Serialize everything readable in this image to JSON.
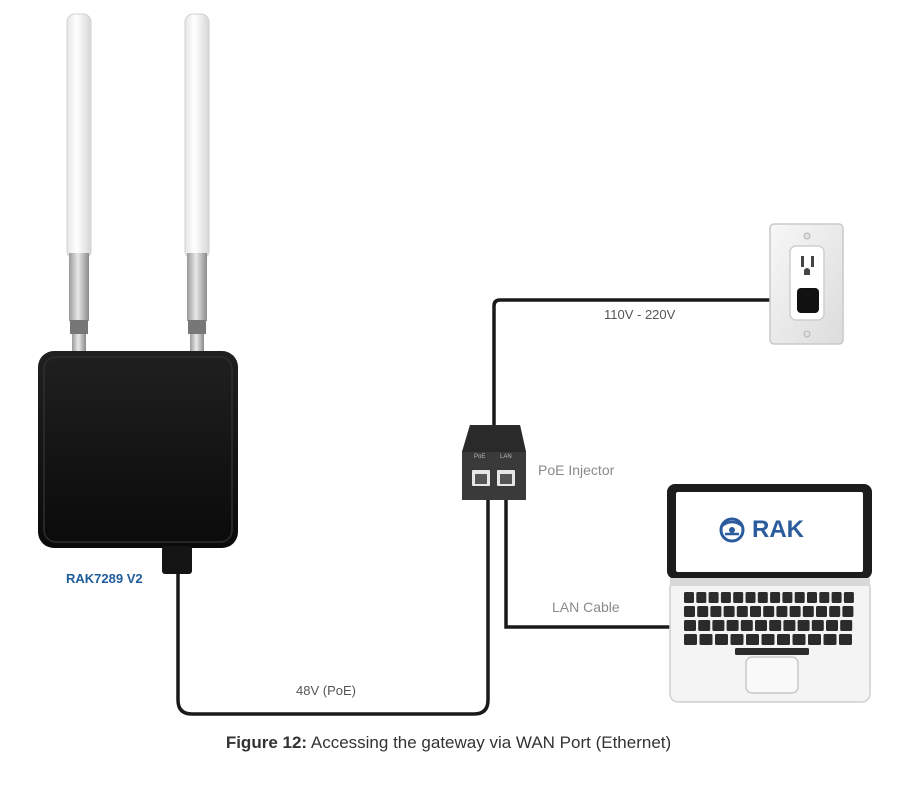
{
  "labels": {
    "device": "RAK7289 V2",
    "voltage_mains": "110V - 220V",
    "injector": "PoE Injector",
    "lan_cable": "LAN Cable",
    "poe_voltage": "48V (PoE)",
    "poe_port": "PoE",
    "lan_port": "LAN",
    "laptop_brand": "RAK"
  },
  "caption": {
    "figure": "Figure 12:",
    "text": " Accessing the gateway via WAN Port (Ethernet)"
  },
  "colors": {
    "device_label": "#1f5c99",
    "brand_blue": "#2a5b9c",
    "cable": "#1a1a1a",
    "gateway_body": "#111111"
  },
  "icons": {
    "gateway": "lora-gateway-icon",
    "outlet": "wall-outlet-icon",
    "laptop": "laptop-icon",
    "injector": "poe-injector-icon",
    "logo": "rak-logo-icon"
  }
}
